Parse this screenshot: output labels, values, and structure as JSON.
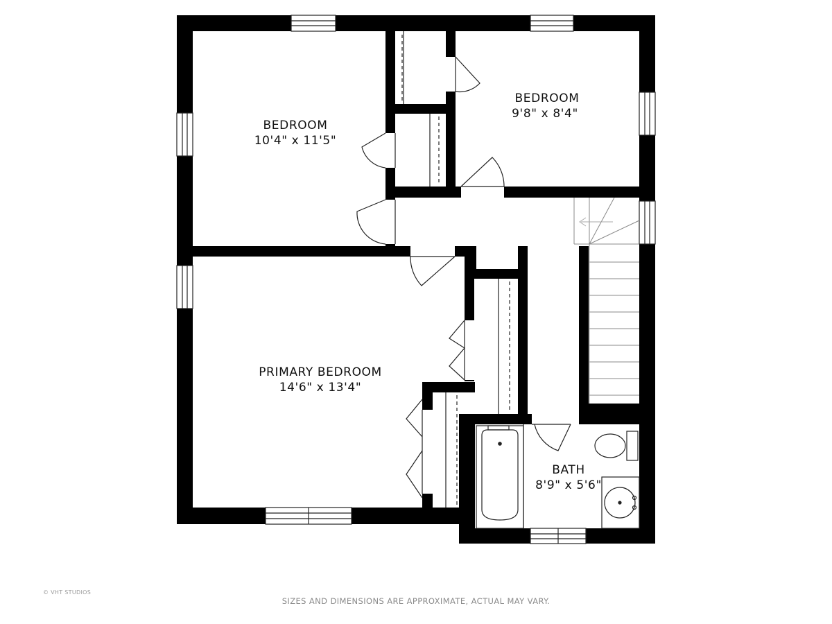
{
  "rooms": {
    "bedroom_left": {
      "name": "BEDROOM",
      "size": "10'4\" x 11'5\""
    },
    "bedroom_right": {
      "name": "BEDROOM",
      "size": "9'8\" x 8'4\""
    },
    "primary_bedroom": {
      "name": "PRIMARY BEDROOM",
      "size": "14'6\" x 13'4\""
    },
    "bath": {
      "name": "BATH",
      "size": "8'9\" x 5'6\""
    }
  },
  "footer": {
    "note": "SIZES AND DIMENSIONS ARE APPROXIMATE, ACTUAL MAY VARY.",
    "credit": "© VHT STUDIOS"
  },
  "colors": {
    "wall": "#000000",
    "floor": "#ffffff",
    "fixture_line": "#222222"
  }
}
